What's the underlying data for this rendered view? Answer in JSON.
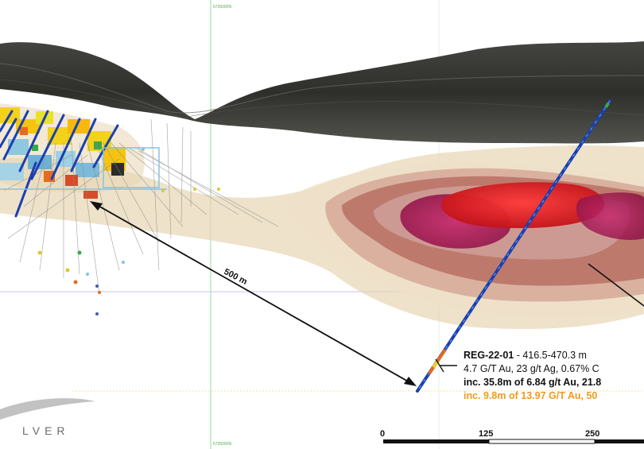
{
  "grid_label_top": "6735000N",
  "grid_label_bottom": "6735000N",
  "distance_label": "500 m",
  "callout": {
    "hole_id": "REG-22-01",
    "interval": " - 416.5-470.3 m",
    "line2": "4.7 G/T Au, 23 g/t Ag, 0.67% C",
    "line3": "inc. 35.8m of 6.84 g/t Au, 21.8",
    "line4": "inc. 9.8m of 13.97 G/T Au, 50"
  },
  "logo_text": "LVER",
  "scale_bar": {
    "ticks": [
      "0",
      "125",
      "250"
    ]
  },
  "colors": {
    "accent_orange": "#f39a1e",
    "grid_green": "#4caf50",
    "drill_blue": "#1a3fb0"
  }
}
